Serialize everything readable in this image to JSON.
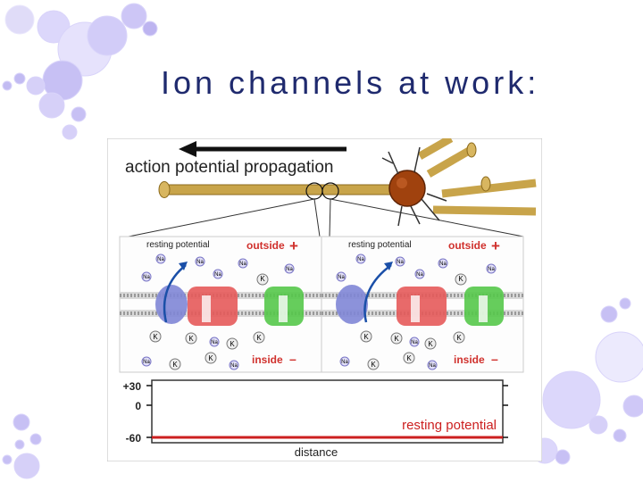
{
  "slide": {
    "title": "Ion channels at work:"
  },
  "figure": {
    "heading": "action potential propagation",
    "panels": [
      {
        "resting_label": "resting potential",
        "outside_label": "outside",
        "outside_sign": "+",
        "inside_label": "inside",
        "inside_sign": "–",
        "ion_na": "Na",
        "ion_k": "K"
      },
      {
        "resting_label": "resting potential",
        "outside_label": "outside",
        "outside_sign": "+",
        "inside_label": "inside",
        "inside_sign": "–",
        "ion_na": "Na",
        "ion_k": "K"
      }
    ],
    "graph": {
      "y_ticks": [
        "+30",
        "0",
        "-60"
      ],
      "x_label": "distance",
      "trace_label": "resting potential"
    },
    "colors": {
      "title": "#1f2a6e",
      "outside_text": "#d0312d",
      "trace": "#cc1f1f",
      "bubbles": "#bfb6f2",
      "na_channel": "#7f86d6",
      "na_k_pump": "#e55a5a",
      "k_channel": "#55c84a",
      "axon": "#c8a44a",
      "soma": "#a0420e"
    }
  }
}
